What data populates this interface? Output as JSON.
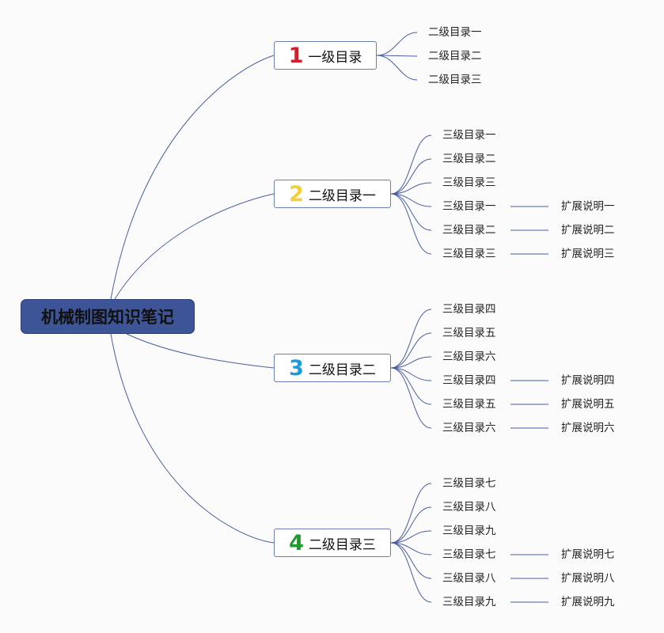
{
  "root": {
    "label": "机械制图知识笔记"
  },
  "branches": [
    {
      "number": "1",
      "label": "一级目录",
      "number_color": "#d0202f",
      "children": [
        "二级目录一",
        "二级目录二",
        "二级目录三"
      ]
    },
    {
      "number": "2",
      "label": "二级目录一",
      "number_color": "#f2cf3a",
      "children": [
        "三级目录一",
        "三级目录二",
        "三级目录三",
        "三级目录一",
        "三级目录二",
        "三级目录三"
      ],
      "extensions": [
        "扩展说明一",
        "扩展说明二",
        "扩展说明三"
      ]
    },
    {
      "number": "3",
      "label": "二级目录二",
      "number_color": "#1e9ad8",
      "children": [
        "三级目录四",
        "三级目录五",
        "三级目录六",
        "三级目录四",
        "三级目录五",
        "三级目录六"
      ],
      "extensions": [
        "扩展说明四",
        "扩展说明五",
        "扩展说明六"
      ]
    },
    {
      "number": "4",
      "label": "二级目录三",
      "number_color": "#1f9a2c",
      "children": [
        "三级目录七",
        "三级目录八",
        "三级目录九",
        "三级目录七",
        "三级目录八",
        "三级目录九"
      ],
      "extensions": [
        "扩展说明七",
        "扩展说明八",
        "扩展说明九"
      ]
    }
  ],
  "colors": {
    "root_fill": "#3d5497",
    "connector": "#4a5f9e"
  }
}
